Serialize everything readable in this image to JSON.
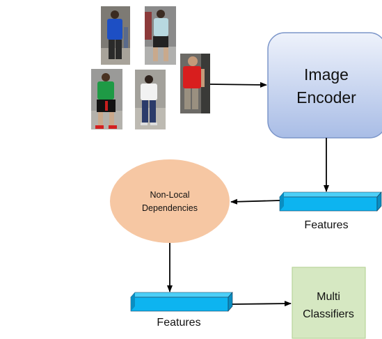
{
  "encoder": {
    "line1": "Image",
    "line2": "Encoder"
  },
  "nonlocal": {
    "line1": "Non-Local",
    "line2": "Dependencies"
  },
  "features_top": {
    "label": "Features"
  },
  "features_bottom": {
    "label": "Features"
  },
  "classifiers": {
    "line1": "Multi",
    "line2": "Classifiers"
  },
  "photos": [
    {
      "name": "person-blue-shirt",
      "shirt": "#1d4fc4",
      "pants": "#2a2a2a"
    },
    {
      "name": "person-light-shirt",
      "shirt": "#b8d8e0",
      "pants": "#222222"
    },
    {
      "name": "person-green-shirt",
      "shirt": "#1e9a45",
      "pants": "#111111"
    },
    {
      "name": "person-white-shirt",
      "shirt": "#f2f2f2",
      "pants": "#2b3b6a"
    },
    {
      "name": "person-red-shirt",
      "shirt": "#d81e1e",
      "pants": "#9a9080"
    }
  ],
  "colors": {
    "encoder_fill_top": "#eef2fb",
    "encoder_fill_bottom": "#a9bde6",
    "encoder_stroke": "#7b95c9",
    "nonlocal_fill": "#f6c7a3",
    "feature_front": "#0db4f0",
    "feature_top": "#4dcff7",
    "feature_side": "#0a8ec2",
    "classifier_fill": "#d6e8c2",
    "classifier_stroke": "#b9d49a"
  }
}
